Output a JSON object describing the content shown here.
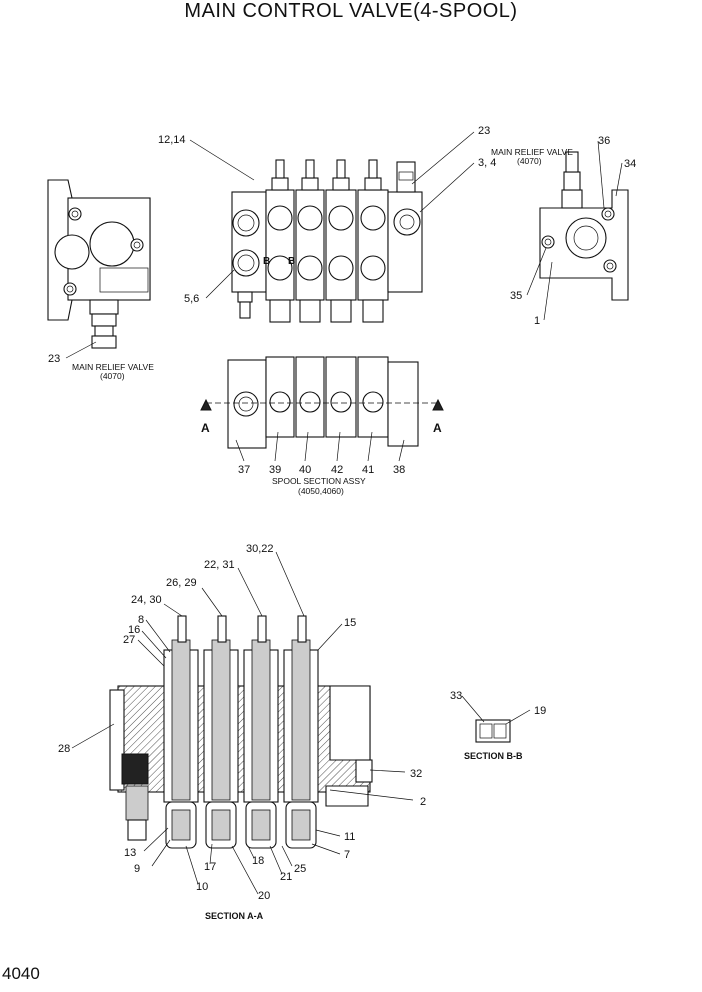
{
  "title": "MAIN CONTROL VALVE(4-SPOOL)",
  "page_number": "4040",
  "captions": {
    "main_relief_valve_left": "MAIN RELIEF VALVE",
    "main_relief_valve_left_code": "(4070)",
    "main_relief_valve_right": "MAIN RELIEF VALVE",
    "main_relief_valve_right_code": "(4070)",
    "spool_section_assy": "SPOOL SECTION ASSY",
    "spool_section_code": "(4050,4060)",
    "section_aa": "SECTION A-A",
    "section_bb": "SECTION B-B"
  },
  "section_markers": {
    "a_left": "A",
    "a_right": "A",
    "b_left": "B",
    "b_right": "B"
  },
  "callouts": {
    "c_12_14": "12,14",
    "c_23_top": "23",
    "c_3_4": "3, 4",
    "c_5_6": "5,6",
    "c_23_left": "23",
    "c_36": "36",
    "c_34": "34",
    "c_35": "35",
    "c_1": "1",
    "c_37": "37",
    "c_39": "39",
    "c_40": "40",
    "c_42": "42",
    "c_41": "41",
    "c_38": "38",
    "c_30_22": "30,22",
    "c_22_31": "22, 31",
    "c_26_29": "26, 29",
    "c_24_30": "24, 30",
    "c_8": "8",
    "c_16": "16",
    "c_27": "27",
    "c_15": "15",
    "c_28": "28",
    "c_32": "32",
    "c_2": "2",
    "c_11": "11",
    "c_7": "7",
    "c_13": "13",
    "c_9": "9",
    "c_17": "17",
    "c_10": "10",
    "c_18": "18",
    "c_21": "21",
    "c_25": "25",
    "c_20": "20",
    "c_33": "33",
    "c_19": "19"
  }
}
